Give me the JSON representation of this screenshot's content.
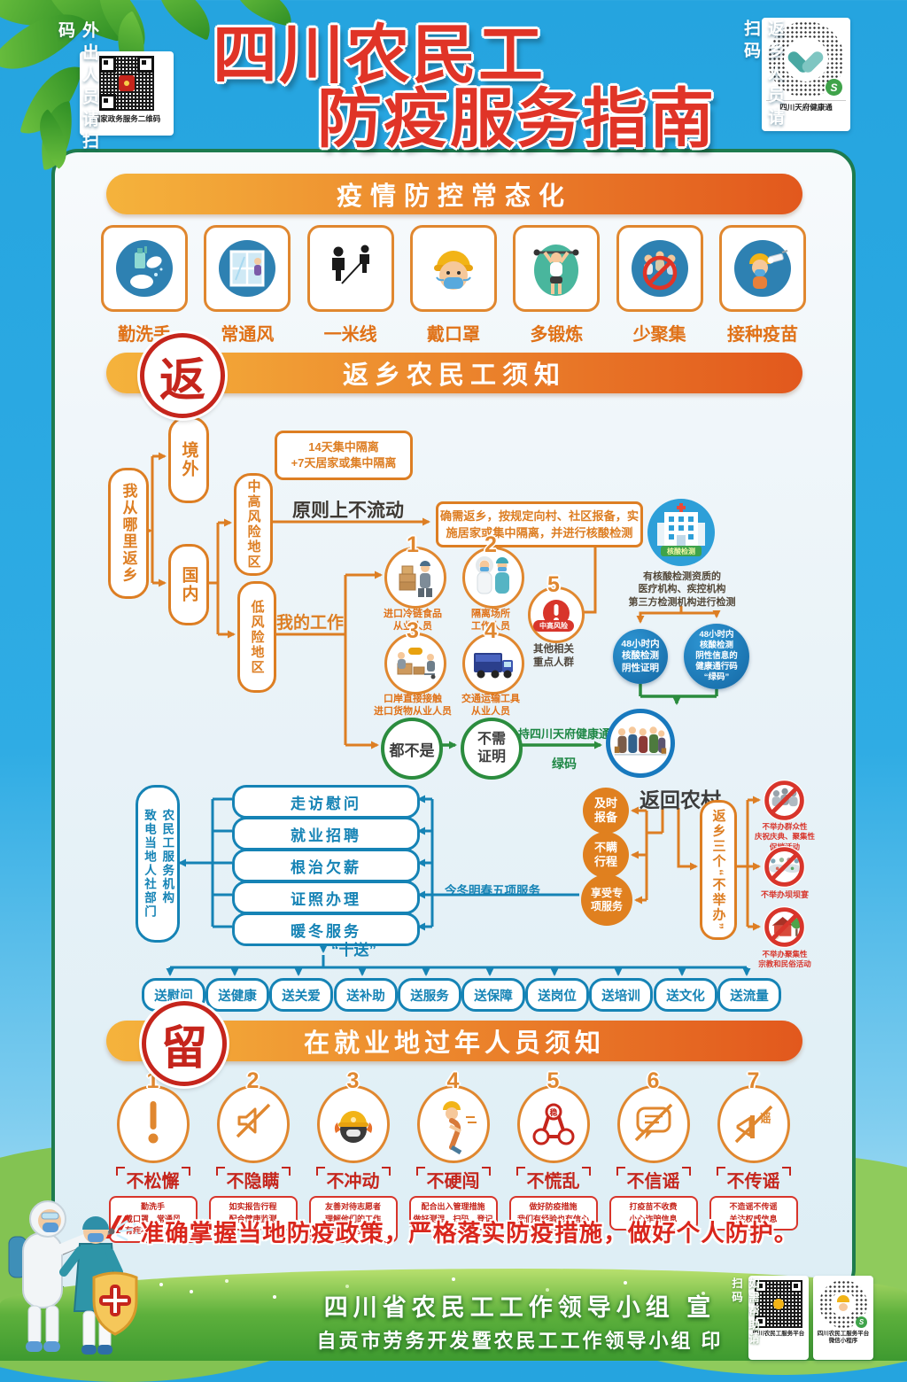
{
  "colors": {
    "sky": "#2BA9E2",
    "panel_border": "#1E7B4E",
    "banner_start": "#F5B33C",
    "banner_end": "#E2581D",
    "flow_orange": "#DD7E23",
    "flow_blue": "#1583B5",
    "flow_green": "#2B8C3E",
    "alert_red": "#D8352B",
    "badge_red": "#C5251C",
    "title_red": "#E03427",
    "grass_green": "#5DB03C"
  },
  "header": {
    "left_scan_label": "外出人员请扫码",
    "left_qr_caption": "国家政务服务二维码",
    "title_line1": "四川农民工",
    "title_line2": "防疫服务指南",
    "right_scan_label": "返乡人员请扫码",
    "right_qr_caption": "四川天府健康通"
  },
  "section1": {
    "banner": "疫情防控常态化",
    "items": [
      {
        "label": "勤洗手",
        "icon": "wash-hands-icon"
      },
      {
        "label": "常通风",
        "icon": "ventilation-icon"
      },
      {
        "label": "一米线",
        "icon": "one-meter-distance-icon"
      },
      {
        "label": "戴口罩",
        "icon": "face-mask-icon"
      },
      {
        "label": "多锻炼",
        "icon": "exercise-icon"
      },
      {
        "label": "少聚集",
        "icon": "avoid-gathering-icon"
      },
      {
        "label": "接种疫苗",
        "icon": "vaccination-icon"
      }
    ]
  },
  "section2": {
    "badge": "返",
    "banner": "返乡农民工须知",
    "origin": "我从哪里返乡",
    "abroad": "境外",
    "abroad_rule": "14天集中隔离\n+7天居家或集中隔离",
    "domestic": "国内",
    "high_risk": "中高风险地区",
    "low_risk": "低风险地区",
    "principle": "原则上不流动",
    "must_return_note": "确需返乡，按规定向村、社区报备，实\n施居家或集中隔离，并进行核酸检测",
    "my_work": "我的工作",
    "hospital_sign": "核酸检测",
    "hospital_note": "有核酸检测资质的\n医疗机构、疾控机构\n第三方检测机构进行检测",
    "workers": [
      {
        "num": "1",
        "label": "进口冷链食品\n从业人员",
        "icon": "cold-chain-worker-icon"
      },
      {
        "num": "2",
        "label": "隔离场所\n工作人员",
        "icon": "quarantine-site-staff-icon"
      },
      {
        "num": "3",
        "label": "口岸直接接触\n进口货物从业人员",
        "icon": "port-cargo-worker-icon"
      },
      {
        "num": "4",
        "label": "交通运输工具\n从业人员",
        "icon": "transport-worker-icon"
      },
      {
        "num": "5",
        "risk_badge": "中高风险",
        "label": "其他相关\n重点人群",
        "icon": "alert-icon"
      }
    ],
    "proof_cert": "48小时内\n核酸检测\n阴性证明",
    "proof_code": "48小时内\n核酸检测\n阴性信息的\n健康通行码\n“绿码”",
    "none_of_above": "都不是",
    "no_proof_needed": "不需\n证明",
    "green_pass_line1": "持四川天府健康通",
    "green_pass_line2": "绿码",
    "return_village": "返回农村",
    "notices": [
      "及时\n报备",
      "不瞒\n行程",
      "享受专\n项服务"
    ],
    "three_nos": "返乡三个“不举办”",
    "prohibitions": [
      {
        "label": "不举办群众性\n庆祝庆典、聚集性\n促销活动",
        "icon": "no-mass-celebration-icon"
      },
      {
        "label": "不举办坝坝宴",
        "icon": "no-banquet-icon"
      },
      {
        "label": "不举办聚集性\n宗教和民俗活动",
        "icon": "no-folk-activity-icon"
      }
    ],
    "hotline": "农民工服务机构\n致电当地人社部门",
    "services": [
      "走访慰问",
      "就业招聘",
      "根治欠薪",
      "证照办理",
      "暖冬服务"
    ],
    "five_services_label": "今冬明春五项服务",
    "ten_gifts_title": "“十送”",
    "ten_gifts": [
      "送慰问",
      "送健康",
      "送关爱",
      "送补助",
      "送服务",
      "送保障",
      "送岗位",
      "送培训",
      "送文化",
      "送流量"
    ]
  },
  "section3": {
    "badge": "留",
    "banner": "在就业地过年人员须知",
    "icon_char_steady": "稳",
    "icon_char_rumor": "谣",
    "items": [
      {
        "num": "1",
        "title": "不松懈",
        "desc": "勤洗手\n戴口罩、常通风\n有症状迅速报告",
        "icon": "exclamation-icon"
      },
      {
        "num": "2",
        "title": "不隐瞒",
        "desc": "如实报告行程\n配合健康监测",
        "icon": "no-hiding-icon"
      },
      {
        "num": "3",
        "title": "不冲动",
        "desc": "友善对待志愿者\n理解他们的工作\n是最好的致敬",
        "icon": "no-impulse-icon"
      },
      {
        "num": "4",
        "title": "不硬闯",
        "desc": "配合出入管理措施\n做好测温、扫码、登记",
        "icon": "no-barging-icon"
      },
      {
        "num": "5",
        "title": "不慌乱",
        "desc": "做好防疫措施\n我们有经验也有信心",
        "icon": "stay-calm-icon"
      },
      {
        "num": "6",
        "title": "不信谣",
        "desc": "打疫苗不收费\n小心诈骗信息",
        "icon": "no-rumor-belief-icon"
      },
      {
        "num": "7",
        "title": "不传谣",
        "desc": "不造谣不传谣\n关注权威信息",
        "icon": "no-rumor-spread-icon"
      }
    ],
    "slogan": "准确掌握当地防疫政策，严格落实防疫措施，做好个人防护。"
  },
  "footer": {
    "publisher": "四川省农民工工作领导小组  宣",
    "printer": "自贡市劳务开发暨农民工工作领导小组  印",
    "scan_note": "如需帮助请扫码",
    "qr1_caption": "四川农民工服务平台",
    "qr2_caption": "四川农民工服务平台\n微信小程序"
  }
}
